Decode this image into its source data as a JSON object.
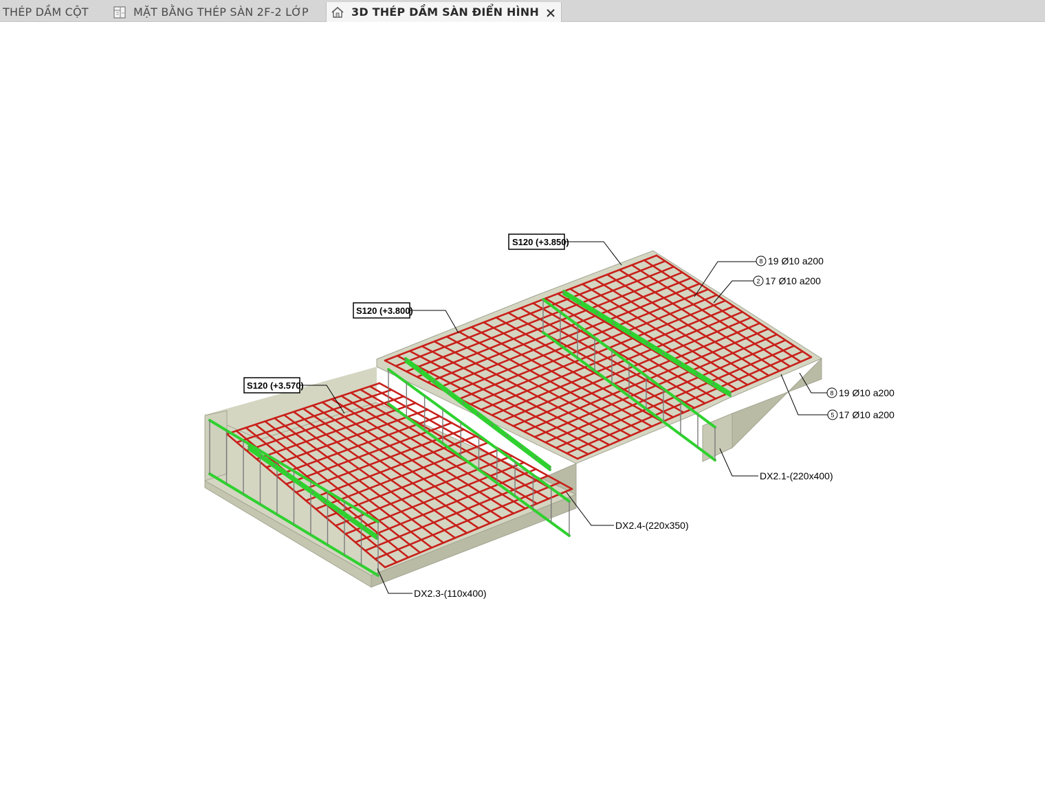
{
  "tabs": [
    {
      "label": "THÉP DẦM CỘT",
      "active": false
    },
    {
      "label": "MẶT BẰNG THÉP SÀN 2F-2 LỚP",
      "active": false
    },
    {
      "label": "3D THÉP DẦM SÀN ĐIỂN HÌNH",
      "active": true
    }
  ],
  "icons": {
    "tab2": "floor-plan-icon",
    "tab3": "house-3d-icon",
    "close": "close-icon"
  },
  "colors": {
    "rebar_main": "#c8201a",
    "rebar_beam": "#2fd12f",
    "concrete_top": "#d4d6c2",
    "concrete_side": "#b9bba5"
  },
  "slab_tags": [
    {
      "id": "s3850",
      "text": "S120 (+3.850)"
    },
    {
      "id": "s3800",
      "text": "S120 (+3.800)"
    },
    {
      "id": "s3570",
      "text": "S120 (+3.570)"
    }
  ],
  "rebar_notes": [
    {
      "id": "r1",
      "num": "8",
      "text": "19 Ø10 a200"
    },
    {
      "id": "r2",
      "num": "2",
      "text": "17 Ø10 a200"
    },
    {
      "id": "r3",
      "num": "8",
      "text": "19 Ø10 a200"
    },
    {
      "id": "r4",
      "num": "5",
      "text": "17 Ø10 a200"
    }
  ],
  "beam_labels": [
    {
      "id": "dx21",
      "text": "DX2.1-(220x400)"
    },
    {
      "id": "dx24",
      "text": "DX2.4-(220x350)"
    },
    {
      "id": "dx23",
      "text": "DX2.3-(110x400)"
    }
  ]
}
